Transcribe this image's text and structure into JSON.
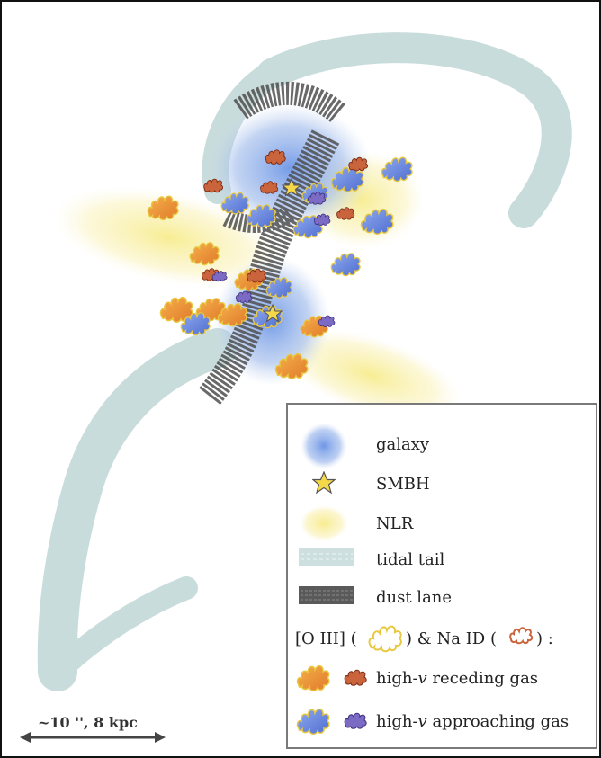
{
  "legend": {
    "galaxy": "galaxy",
    "smbh": "SMBH",
    "nlr": "NLR",
    "tidal_tail": "tidal tail",
    "dust_lane": "dust lane",
    "lines_prefix": "[O III] (",
    "lines_mid": ")  &  Na ID (",
    "lines_suffix": ") :",
    "receding_prefix": "high-",
    "receding_v": "v",
    "receding_suffix": " receding gas",
    "approaching_prefix": "high-",
    "approaching_v": "v",
    "approaching_suffix": " approaching gas"
  },
  "scale_bar": {
    "label": "~10 '', 8 kpc"
  },
  "colors": {
    "galaxy": "#7fa3e0",
    "nlr": "#f6ec9a",
    "tidal_tail": "#c9dcdc",
    "dust_lane": "#555555",
    "receding_oiii": "#f2a03a",
    "receding_naid": "#c9643c",
    "approaching_oiii": "#6f8ee0",
    "approaching_naid": "#7c6bc4",
    "outline": "#e8c840",
    "star": "#f4d84a"
  }
}
